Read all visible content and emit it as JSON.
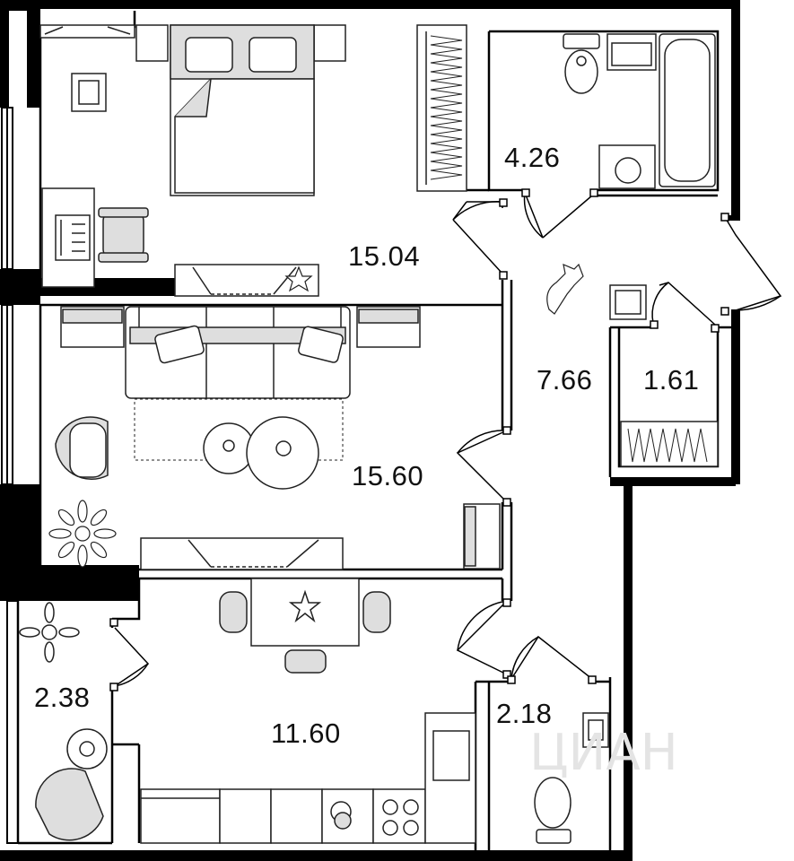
{
  "floor_plan": {
    "rooms": [
      {
        "id": "bedroom",
        "area": "15.04"
      },
      {
        "id": "living",
        "area": "15.60"
      },
      {
        "id": "kitchen",
        "area": "11.60"
      },
      {
        "id": "hall",
        "area": "7.66"
      },
      {
        "id": "bathroom",
        "area": "4.26"
      },
      {
        "id": "storage",
        "area": "1.61"
      },
      {
        "id": "balcony",
        "area": "2.38"
      },
      {
        "id": "wc",
        "area": "2.18"
      }
    ],
    "watermark": "ЦИАН"
  },
  "colors": {
    "wall": "#000000",
    "furniture_fill": "#dedede",
    "line": "#222222",
    "background": "#ffffff"
  }
}
